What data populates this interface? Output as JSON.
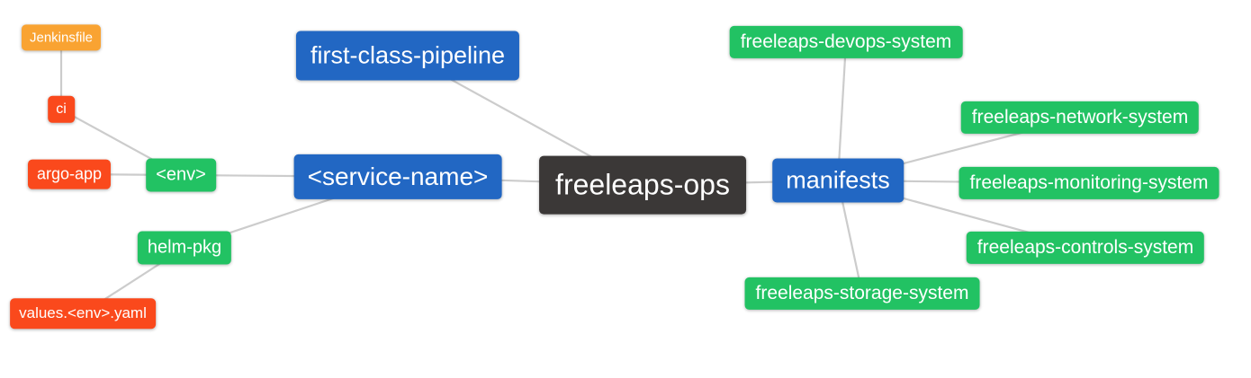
{
  "colors": {
    "orange": "#F9A332",
    "red": "#FA491C",
    "green": "#22C263",
    "blue": "#2267C3",
    "dark": "#3B3837",
    "edge": "#CCCCCC"
  },
  "nodes": {
    "jenkinsfile": {
      "label": "Jenkinsfile",
      "color": "orange"
    },
    "ci": {
      "label": "ci",
      "color": "red"
    },
    "argo_app": {
      "label": "argo-app",
      "color": "red"
    },
    "env": {
      "label": "<env>",
      "color": "green"
    },
    "helm_pkg": {
      "label": "helm-pkg",
      "color": "green"
    },
    "values_env_yaml": {
      "label": "values.<env>.yaml",
      "color": "red"
    },
    "first_class_pipeline": {
      "label": "first-class-pipeline",
      "color": "blue"
    },
    "service_name": {
      "label": "<service-name>",
      "color": "blue"
    },
    "freeleaps_ops": {
      "label": "freeleaps-ops",
      "color": "dark"
    },
    "manifests": {
      "label": "manifests",
      "color": "blue"
    },
    "devops_system": {
      "label": "freeleaps-devops-system",
      "color": "green"
    },
    "network_system": {
      "label": "freeleaps-network-system",
      "color": "green"
    },
    "monitoring_system": {
      "label": "freeleaps-monitoring-system",
      "color": "green"
    },
    "controls_system": {
      "label": "freeleaps-controls-system",
      "color": "green"
    },
    "storage_system": {
      "label": "freeleaps-storage-system",
      "color": "green"
    }
  },
  "edges": [
    [
      "jenkinsfile",
      "ci"
    ],
    [
      "ci",
      "env"
    ],
    [
      "argo_app",
      "env"
    ],
    [
      "env",
      "service_name"
    ],
    [
      "helm_pkg",
      "service_name"
    ],
    [
      "values_env_yaml",
      "helm_pkg"
    ],
    [
      "first_class_pipeline",
      "freeleaps_ops"
    ],
    [
      "service_name",
      "freeleaps_ops"
    ],
    [
      "freeleaps_ops",
      "manifests"
    ],
    [
      "manifests",
      "devops_system"
    ],
    [
      "manifests",
      "network_system"
    ],
    [
      "manifests",
      "monitoring_system"
    ],
    [
      "manifests",
      "controls_system"
    ],
    [
      "manifests",
      "storage_system"
    ]
  ]
}
